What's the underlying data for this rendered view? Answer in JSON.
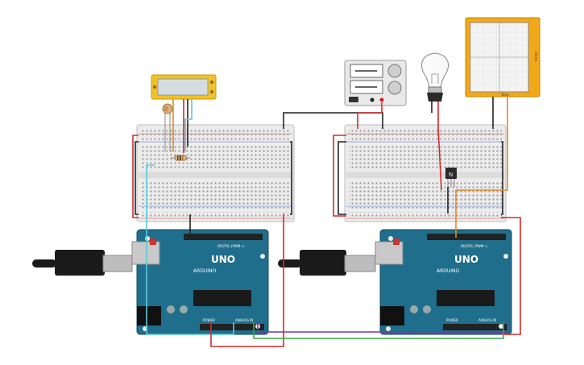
{
  "boards": [
    {
      "brand": "ARDUINO",
      "model": "UNO",
      "digital_label": "DIGITAL (PWM~)",
      "power_label": "POWER",
      "analog_label": "ANALOG IN"
    },
    {
      "brand": "ARDUINO",
      "model": "UNO",
      "digital_label": "DIGITAL (PWM~)",
      "power_label": "POWER",
      "analog_label": "ANALOG IN"
    }
  ],
  "oscilloscope": {
    "side_label": "10 ms",
    "bottom_label": "Time"
  },
  "transistor": {
    "label": "N"
  },
  "colors": {
    "wire_red": "#d62a2a",
    "wire_black": "#222222",
    "wire_cyan": "#5ec8d8",
    "wire_orange": "#e08a2a",
    "wire_purple": "#7a3aa0",
    "wire_green": "#3aa84a",
    "arduino_blue": "#1f6e8c",
    "scope_orange": "#f2a818"
  }
}
